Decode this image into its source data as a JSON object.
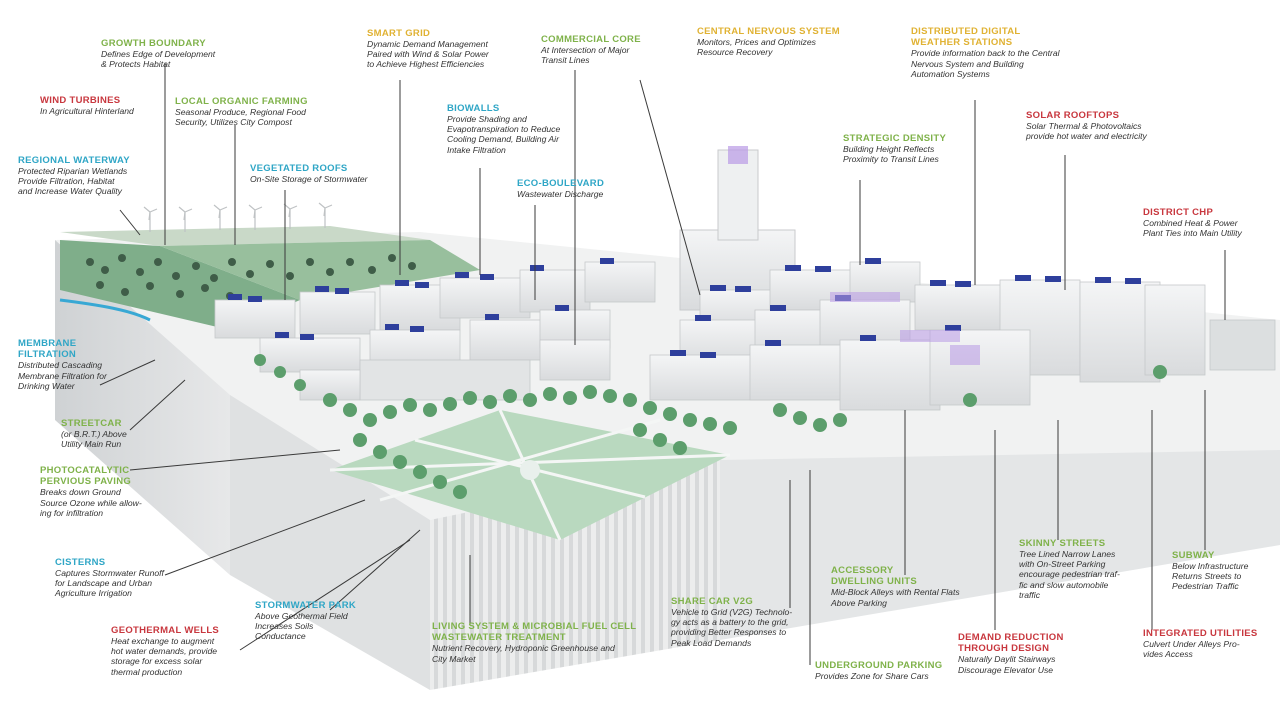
{
  "colors": {
    "green": "#7fb24a",
    "red": "#c8373e",
    "blue": "#2fa6c6",
    "gold": "#e0b233",
    "solar": "#2e3f9c",
    "purple_glow": "#b99ae6",
    "ground": "#eef0f0",
    "tree": "#5c9e6c",
    "building": "#e9eaeb"
  },
  "labels": [
    {
      "id": "growth-boundary",
      "color": "green",
      "title": "GROWTH BOUNDARY",
      "lines": [
        "Defines Edge of Development",
        "& Protects Habitat"
      ]
    },
    {
      "id": "wind-turbines",
      "color": "red",
      "title": "WIND TURBINES",
      "lines": [
        "In Agricultural Hinterland"
      ]
    },
    {
      "id": "local-organic-farming",
      "color": "green",
      "title": "LOCAL ORGANIC FARMING",
      "lines": [
        "Seasonal Produce, Regional Food",
        "Security, Utilizes City Compost"
      ]
    },
    {
      "id": "regional-waterway",
      "color": "blue",
      "title": "REGIONAL WATERWAY",
      "lines": [
        "Protected Riparian Wetlands",
        "Provide Filtration, Habitat",
        "and Increase Water Quality"
      ]
    },
    {
      "id": "vegetated-roofs",
      "color": "blue",
      "title": "VEGETATED ROOFS",
      "lines": [
        "On-Site Storage of Stormwater"
      ]
    },
    {
      "id": "smart-grid",
      "color": "gold",
      "title": "SMART GRID",
      "lines": [
        "Dynamic Demand Management",
        "Paired with Wind & Solar Power",
        "to Achieve Highest Efficiencies"
      ]
    },
    {
      "id": "biowalls",
      "color": "blue",
      "title": "BIOWALLS",
      "lines": [
        "Provide Shading and",
        "Evapotranspiration to Reduce",
        "Cooling Demand, Building Air",
        "Intake Filtration"
      ]
    },
    {
      "id": "commercial-core",
      "color": "green",
      "title": "COMMERCIAL CORE",
      "lines": [
        "At Intersection of Major",
        "Transit Lines"
      ]
    },
    {
      "id": "eco-boulevard",
      "color": "blue",
      "title": "ECO-BOULEVARD",
      "lines": [
        "Wastewater Discharge"
      ]
    },
    {
      "id": "central-nervous-system",
      "color": "gold",
      "title": "CENTRAL NERVOUS SYSTEM",
      "lines": [
        "Monitors, Prices and Optimizes",
        "Resource Recovery"
      ]
    },
    {
      "id": "distributed-digital-weather",
      "color": "gold",
      "title": "DISTRIBUTED DIGITAL",
      "lines": [
        "WEATHER STATIONS",
        "Provide information back to the Central",
        "Nervous System and Building",
        "Automation Systems"
      ]
    },
    {
      "id": "strategic-density",
      "color": "green",
      "title": "STRATEGIC DENSITY",
      "lines": [
        "Building Height Reflects",
        "Proximity to Transit Lines"
      ]
    },
    {
      "id": "solar-rooftops",
      "color": "red",
      "title": "SOLAR ROOFTOPS",
      "lines": [
        "Solar Thermal & Photovoltaics",
        "provide hot water and electricity"
      ]
    },
    {
      "id": "district-chp",
      "color": "red",
      "title": "DISTRICT CHP",
      "lines": [
        "Combined Heat & Power",
        "Plant Ties into Main Utility"
      ]
    },
    {
      "id": "membrane-filtration",
      "color": "blue",
      "title": "MEMBRANE",
      "lines": [
        "FILTRATION",
        "Distributed Cascading",
        "Membrane Filtration for",
        "Drinking Water"
      ]
    },
    {
      "id": "streetcar",
      "color": "green",
      "title": "STREETCAR",
      "lines": [
        "(or B.R.T.) Above",
        "Utility Main Run"
      ]
    },
    {
      "id": "photocatalytic",
      "color": "green",
      "title": "PHOTOCATALYTIC",
      "lines": [
        "PERVIOUS PAVING",
        "Breaks down Ground",
        "Source Ozone while allow-",
        "ing for infiltration"
      ]
    },
    {
      "id": "cisterns",
      "color": "blue",
      "title": "CISTERNS",
      "lines": [
        "Captures Stormwater Runoff",
        "for Landscape and Urban",
        "Agriculture Irrigation"
      ]
    },
    {
      "id": "geothermal-wells",
      "color": "red",
      "title": "GEOTHERMAL WELLS",
      "lines": [
        "Heat exchange to augment",
        "hot water demands, provide",
        "storage for excess solar",
        "thermal production"
      ]
    },
    {
      "id": "stormwater-park",
      "color": "blue",
      "title": "STORMWATER PARK",
      "lines": [
        "Above Geothermal Field",
        "Increases Soils",
        "Conductance"
      ]
    },
    {
      "id": "living-system",
      "color": "green",
      "title": "LIVING SYSTEM & MICROBIAL FUEL CELL",
      "lines": [
        "WASTEWATER TREATMENT",
        "Nutrient Recovery, Hydroponic Greenhouse and",
        "City Market"
      ]
    },
    {
      "id": "share-car-v2g",
      "color": "green",
      "title": "SHARE CAR V2G",
      "lines": [
        "Vehicle to Grid (V2G) Technolo-",
        "gy acts as a battery to the grid,",
        "providing Better Responses to",
        "Peak Load Demands"
      ]
    },
    {
      "id": "accessory-dwelling",
      "color": "green",
      "title": "ACCESSORY",
      "lines": [
        "DWELLING UNITS",
        "Mid-Block Alleys with Rental Flats",
        "Above Parking"
      ]
    },
    {
      "id": "underground-parking",
      "color": "green",
      "title": "UNDERGROUND PARKING",
      "lines": [
        "Provides Zone for Share Cars"
      ]
    },
    {
      "id": "demand-reduction",
      "color": "red",
      "title": "DEMAND REDUCTION",
      "lines": [
        "THROUGH DESIGN",
        "Naturally Daylit Stairways",
        "Discourage Elevator Use"
      ]
    },
    {
      "id": "skinny-streets",
      "color": "green",
      "title": "SKINNY STREETS",
      "lines": [
        "Tree Lined Narrow Lanes",
        "with On-Street Parking",
        "encourage pedestrian traf-",
        "fic and slow automobile",
        "traffic"
      ]
    },
    {
      "id": "subway",
      "color": "green",
      "title": "SUBWAY",
      "lines": [
        "Below Infrastructure",
        "Returns Streets to",
        "Pedestrian Traffic"
      ]
    },
    {
      "id": "integrated-utilities",
      "color": "red",
      "title": "INTEGRATED UTILITIES",
      "lines": [
        "Culvert Under Alleys Pro-",
        "vides Access"
      ]
    }
  ]
}
